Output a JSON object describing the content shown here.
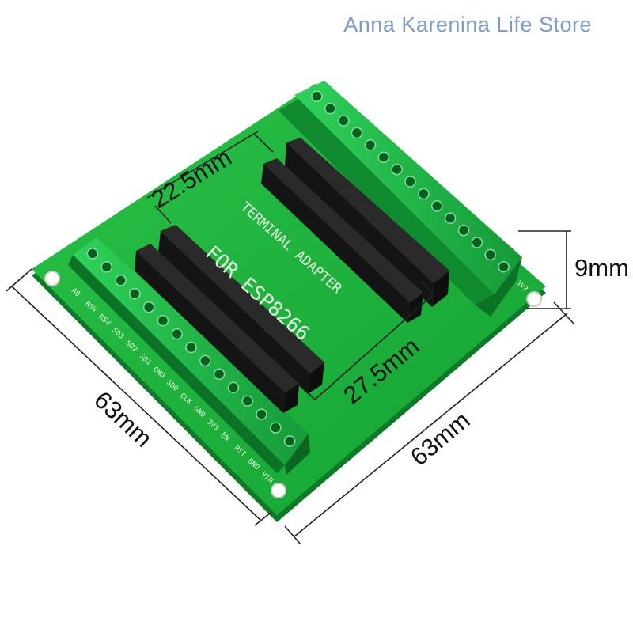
{
  "header": {
    "store_name": "Anna Karenina Life Store"
  },
  "board": {
    "silkscreen_line1": "TERMINAL ADAPTER",
    "silkscreen_line2": "FOR ESP8266",
    "pin_labels": [
      "A0",
      "RSV",
      "RSV",
      "SD3",
      "SD2",
      "SD1",
      "CMD",
      "SD0",
      "CLK",
      "GND",
      "3V3",
      "EN",
      "RST",
      "GND",
      "VIN"
    ],
    "pin_label_right": "3V3",
    "board_color": "#1fb23c",
    "terminal_color": "#22c24a",
    "header_color": "#1b1b1b"
  },
  "dimensions": {
    "inner_top": "22.5mm",
    "inner_bottom": "27.5mm",
    "height": "9mm",
    "left_side": "63mm",
    "bottom_side": "63mm"
  }
}
